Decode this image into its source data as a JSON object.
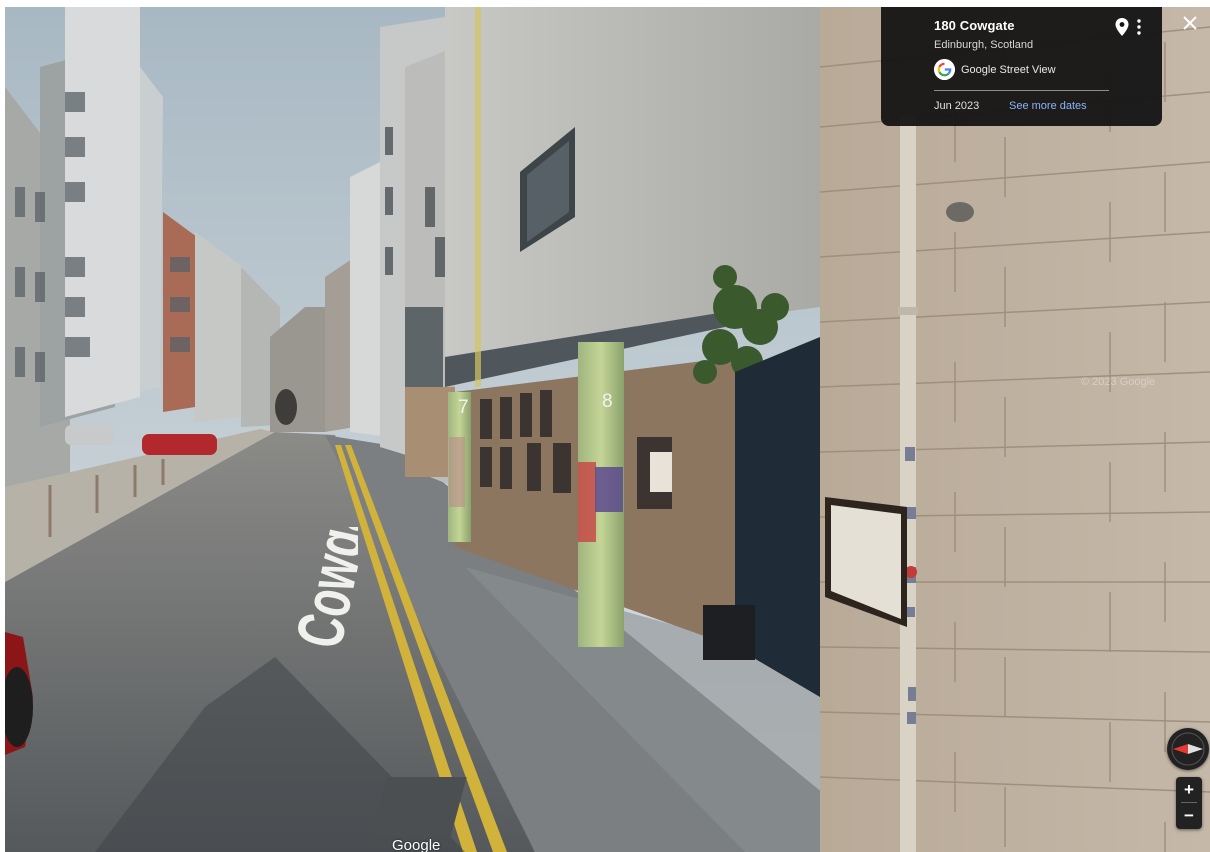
{
  "location": {
    "title": "180 Cowgate",
    "subtitle": "Edinburgh, Scotland",
    "source_label": "Google Street View",
    "date": "Jun 2023",
    "more_dates_label": "See more dates"
  },
  "icons": {
    "pin": "map-pin-icon",
    "menu": "more-vert-icon",
    "close": "close-icon",
    "logo": "google-g-logo",
    "compass": "compass-icon"
  },
  "controls": {
    "zoom_in_label": "+",
    "zoom_out_label": "−",
    "close_label": "✕"
  },
  "scene": {
    "road_marking": "Cowgate",
    "pillar_number_1": "7",
    "pillar_number_2": "8",
    "watermark": "Google",
    "copyright": "© 2023 Google"
  },
  "colors": {
    "card_bg": "#141414",
    "link": "#8ab4f8",
    "compass_red": "#e53935"
  }
}
